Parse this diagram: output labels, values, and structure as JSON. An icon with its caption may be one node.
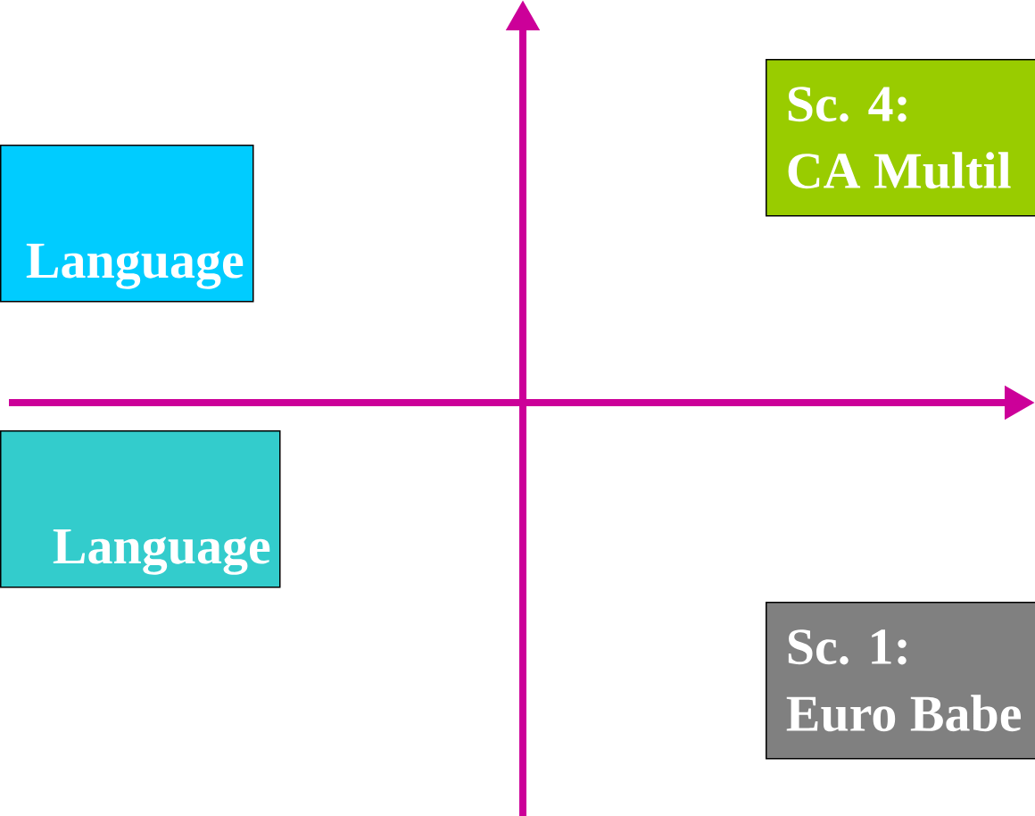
{
  "diagram": {
    "nodes": [
      {
        "text": [
          "Language"
        ]
      },
      {
        "text": [
          "Sc. 4:",
          "CA Multil"
        ]
      },
      {
        "text": [
          "Language"
        ]
      },
      {
        "text": [
          "Sc. 1:",
          "Euro Babe"
        ]
      }
    ]
  }
}
